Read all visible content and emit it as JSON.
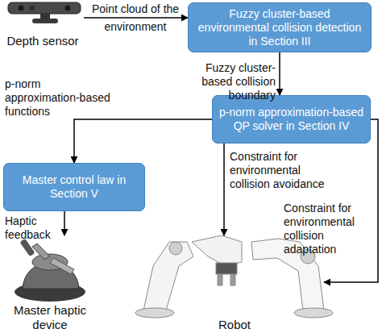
{
  "diagram": {
    "nodes": [
      {
        "text": [
          "Depth sensor"
        ]
      },
      {
        "text": [
          "Fuzzy cluster-based environmental collision detection in Section III"
        ]
      },
      {
        "text": [
          "p-norm approximation-based QP solver in Section IV"
        ]
      },
      {
        "text": [
          "Master control law in Section V"
        ]
      },
      {
        "text": [
          "Master haptic device"
        ]
      },
      {
        "text": [
          "Robot"
        ]
      }
    ],
    "edges": [
      {
        "from": 0,
        "to": 1,
        "arrow": "to",
        "label": "Point cloud of the environment"
      },
      {
        "from": 1,
        "to": 2,
        "arrow": "to",
        "label": "Fuzzy cluster-based collision boundary"
      },
      {
        "from": 2,
        "to": 3,
        "arrow": "to",
        "label": "p-norm approximation-based functions"
      },
      {
        "from": 3,
        "to": 4,
        "arrow": "to",
        "label": "Haptic feedback"
      },
      {
        "from": 2,
        "to": 5,
        "arrow": "to",
        "label": "Constraint for environmental collision avoidance"
      },
      {
        "from": 2,
        "to": 5,
        "arrow": "to",
        "label": "Constraint for environmental collision adaptation"
      }
    ]
  }
}
